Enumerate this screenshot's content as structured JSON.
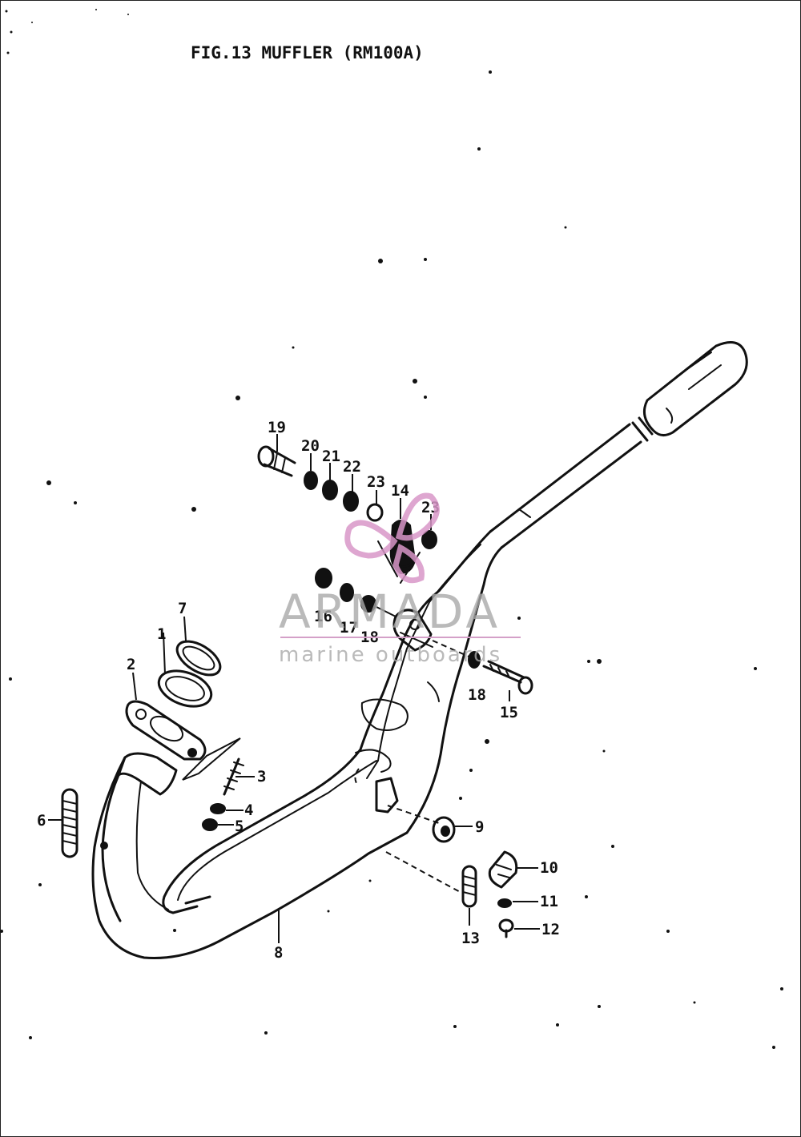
{
  "title": "FIG.13  MUFFLER (RM100A)",
  "watermark": {
    "brand": "ARMADA",
    "tagline": "marine outboards",
    "logo_color": "#d896c8",
    "text_color": "#a9a9a9"
  },
  "parts": [
    {
      "number": "1",
      "name": ""
    },
    {
      "number": "2",
      "name": ""
    },
    {
      "number": "3",
      "name": ""
    },
    {
      "number": "4",
      "name": ""
    },
    {
      "number": "5",
      "name": ""
    },
    {
      "number": "6",
      "name": ""
    },
    {
      "number": "7",
      "name": ""
    },
    {
      "number": "8",
      "name": ""
    },
    {
      "number": "9",
      "name": ""
    },
    {
      "number": "10",
      "name": ""
    },
    {
      "number": "11",
      "name": ""
    },
    {
      "number": "12",
      "name": ""
    },
    {
      "number": "13",
      "name": ""
    },
    {
      "number": "14",
      "name": ""
    },
    {
      "number": "15",
      "name": ""
    },
    {
      "number": "16",
      "name": ""
    },
    {
      "number": "17",
      "name": ""
    },
    {
      "number": "18",
      "name": ""
    },
    {
      "number": "18",
      "name": ""
    },
    {
      "number": "19",
      "name": ""
    },
    {
      "number": "20",
      "name": ""
    },
    {
      "number": "21",
      "name": ""
    },
    {
      "number": "22",
      "name": ""
    },
    {
      "number": "23",
      "name": ""
    },
    {
      "number": "23",
      "name": ""
    }
  ]
}
